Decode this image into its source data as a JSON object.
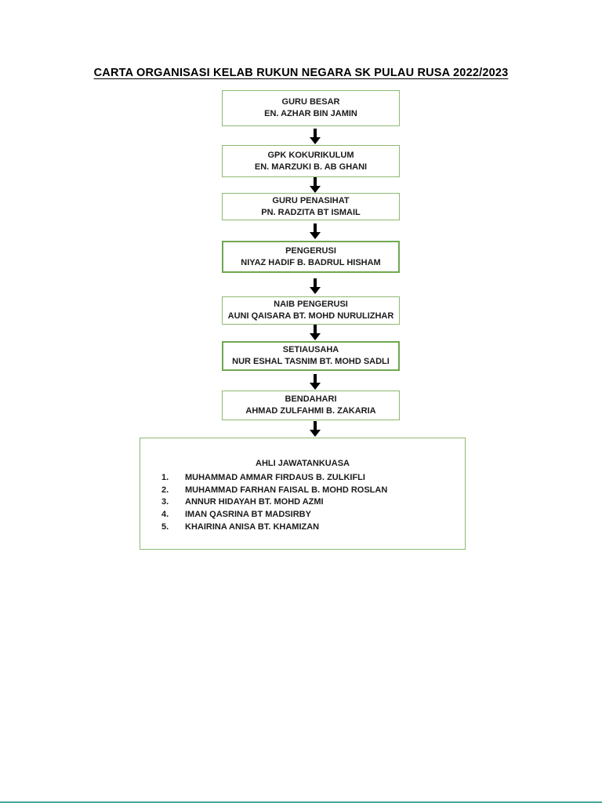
{
  "page": {
    "title": "CARTA ORGANISASI KELAB RUKUN NEGARA SK PULAU RUSA  2022/2023"
  },
  "colors": {
    "box_border_light": "#8fb873",
    "box_border_dark": "#6fa84f",
    "arrow": "#000000",
    "text": "#1b1b1b",
    "bottom_bar": "#4aa79a"
  },
  "org": {
    "levels": [
      {
        "role": "GURU BESAR",
        "name": "EN. AZHAR BIN JAMIN"
      },
      {
        "role": "GPK KOKURIKULUM",
        "name": "EN. MARZUKI B. AB GHANI"
      },
      {
        "role": "GURU PENASIHAT",
        "name": "PN. RADZITA BT ISMAIL"
      },
      {
        "role": "PENGERUSI",
        "name": "NIYAZ HADIF B. BADRUL HISHAM"
      },
      {
        "role": "NAIB PENGERUSI",
        "name": "AUNI QAISARA BT. MOHD NURULIZHAR"
      },
      {
        "role": "SETIAUSAHA",
        "name": "NUR ESHAL TASNIM BT. MOHD SADLI"
      },
      {
        "role": "BENDAHARI",
        "name": "AHMAD ZULFAHMI B. ZAKARIA"
      }
    ],
    "committee": {
      "title": "AHLI JAWATANKUASA",
      "members": [
        {
          "num": "1.",
          "name": "MUHAMMAD AMMAR FIRDAUS B. ZULKIFLI"
        },
        {
          "num": "2.",
          "name": "MUHAMMAD FARHAN FAISAL B. MOHD ROSLAN"
        },
        {
          "num": "3.",
          "name": "ANNUR HIDAYAH BT. MOHD AZMI"
        },
        {
          "num": "4.",
          "name": "IMAN QASRINA BT MADSIRBY"
        },
        {
          "num": "5.",
          "name": "KHAIRINA ANISA BT. KHAMIZAN"
        }
      ]
    }
  }
}
